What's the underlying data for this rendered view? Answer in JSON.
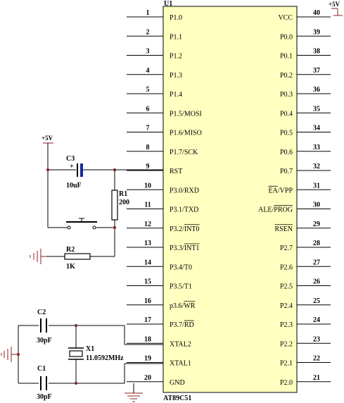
{
  "chip": {
    "ref": "U1",
    "part": "AT89C51",
    "left_pins": [
      {
        "num": "1",
        "name": "P1.0"
      },
      {
        "num": "2",
        "name": "P1.1"
      },
      {
        "num": "3",
        "name": "P1.2"
      },
      {
        "num": "4",
        "name": "P1.3"
      },
      {
        "num": "5",
        "name": "P1.4"
      },
      {
        "num": "6",
        "name": "P1.5/MOSI"
      },
      {
        "num": "7",
        "name": "P1.6/MISO"
      },
      {
        "num": "8",
        "name": "P1.7/SCK"
      },
      {
        "num": "9",
        "name": "RST"
      },
      {
        "num": "10",
        "name": "P3.0/RXD"
      },
      {
        "num": "11",
        "name": "P3.1/TXD"
      },
      {
        "num": "12",
        "name": "P3.2/INT0",
        "bar": "INT0"
      },
      {
        "num": "13",
        "name": "P3.3/INT1",
        "bar": "INT1"
      },
      {
        "num": "14",
        "name": "P3.4/T0"
      },
      {
        "num": "15",
        "name": "P3.5/T1"
      },
      {
        "num": "16",
        "name": "p3.6/WR",
        "bar": "WR"
      },
      {
        "num": "17",
        "name": "P3.7/RD",
        "bar": "RD"
      },
      {
        "num": "18",
        "name": "XTAL2"
      },
      {
        "num": "19",
        "name": "XTAL1"
      },
      {
        "num": "20",
        "name": "GND"
      }
    ],
    "right_pins": [
      {
        "num": "40",
        "name": "VCC"
      },
      {
        "num": "39",
        "name": "P0.0"
      },
      {
        "num": "38",
        "name": "P0.1"
      },
      {
        "num": "37",
        "name": "P0.2"
      },
      {
        "num": "36",
        "name": "P0.3"
      },
      {
        "num": "35",
        "name": "P0.4"
      },
      {
        "num": "34",
        "name": "P0.5"
      },
      {
        "num": "33",
        "name": "P0.6"
      },
      {
        "num": "32",
        "name": "P0.7"
      },
      {
        "num": "31",
        "name": "EA/VPP",
        "bar": "EA"
      },
      {
        "num": "30",
        "name": "ALE/PROG",
        "bar": "PROG"
      },
      {
        "num": "29",
        "name": "RSEN",
        "bar": "RSEN"
      },
      {
        "num": "28",
        "name": "P2.7"
      },
      {
        "num": "27",
        "name": "P2.6"
      },
      {
        "num": "26",
        "name": "P2.5"
      },
      {
        "num": "25",
        "name": "P2.4"
      },
      {
        "num": "24",
        "name": "P2.3"
      },
      {
        "num": "23",
        "name": "P2.2"
      },
      {
        "num": "22",
        "name": "P2.1"
      },
      {
        "num": "21",
        "name": "P2.0"
      }
    ]
  },
  "components": {
    "c3": {
      "ref": "C3",
      "value": "10uF"
    },
    "r1": {
      "ref": "R1",
      "value": "200"
    },
    "r2": {
      "ref": "R2",
      "value": "1K"
    },
    "c2": {
      "ref": "C2",
      "value": "30pF"
    },
    "c1": {
      "ref": "C1",
      "value": "30pF"
    },
    "x1": {
      "ref": "X1",
      "value": "11.0592MHz"
    }
  },
  "power": {
    "vcc_left": "+5V",
    "vcc_right": "+5V"
  },
  "colors": {
    "chip_fill": "#ffffc0",
    "capacitor_plate": "#1a2a9a",
    "power_wire": "#8b2020"
  }
}
